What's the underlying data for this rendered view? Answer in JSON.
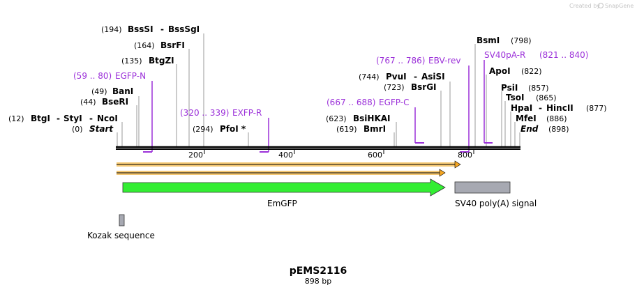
{
  "credit": {
    "text": "Created by",
    "brand": "SnapGene"
  },
  "plasmid": {
    "name": "pEMS2116",
    "length_label": "898 bp",
    "length": 898
  },
  "ticks": [
    "200",
    "400",
    "600",
    "800"
  ],
  "tick_values": [
    200,
    400,
    600,
    800
  ],
  "sites": [
    {
      "pos": "(194)",
      "name": "BssSI",
      "name2": "BssSgI",
      "bp": 194,
      "style": "bold"
    },
    {
      "pos": "(164)",
      "name": "BsrFI",
      "bp": 164,
      "style": "bold"
    },
    {
      "pos": "(135)",
      "name": "BtgZI",
      "bp": 135,
      "style": "bold"
    },
    {
      "pos": "(49)",
      "name": "BanI",
      "bp": 49,
      "style": "bold"
    },
    {
      "pos": "(44)",
      "name": "BseRI",
      "bp": 44,
      "style": "bold"
    },
    {
      "pos": "(12)",
      "name": "BtgI",
      "name2": "StyI",
      "name3": "NcoI",
      "bp": 12,
      "style": "bold"
    },
    {
      "pos": "(0)",
      "name": "Start",
      "bp": 0,
      "style": "italic"
    },
    {
      "pos": "(294)",
      "name": "PfoI *",
      "bp": 294,
      "style": "bold"
    },
    {
      "pos": "(744)",
      "name": "PvuI",
      "name2": "AsiSI",
      "bp": 744,
      "style": "bold"
    },
    {
      "pos": "(723)",
      "name": "BsrGI",
      "bp": 723,
      "style": "bold"
    },
    {
      "pos": "(623)",
      "name": "BsiHKAI",
      "bp": 623,
      "style": "bold"
    },
    {
      "pos": "(619)",
      "name": "BmrI",
      "bp": 619,
      "style": "bold"
    },
    {
      "pos": "(798)",
      "name": "BsmI",
      "bp": 798,
      "style": "bold"
    },
    {
      "pos": "(822)",
      "name": "ApoI",
      "bp": 822,
      "style": "bold"
    },
    {
      "pos": "(857)",
      "name": "PsiI",
      "bp": 857,
      "style": "bold"
    },
    {
      "pos": "(865)",
      "name": "TsoI",
      "bp": 865,
      "style": "bold"
    },
    {
      "pos": "(877)",
      "name": "HpaI",
      "name2": "HincII",
      "bp": 877,
      "style": "bold"
    },
    {
      "pos": "(886)",
      "name": "MfeI",
      "bp": 886,
      "style": "bold"
    },
    {
      "pos": "(898)",
      "name": "End",
      "bp": 898,
      "style": "italic"
    }
  ],
  "primers": [
    {
      "range": "(59 .. 80)",
      "name": "EGFP-N",
      "start": 59,
      "end": 80
    },
    {
      "range": "(320 .. 339)",
      "name": "EXFP-R",
      "start": 320,
      "end": 339
    },
    {
      "range": "(667 .. 688)",
      "name": "EGFP-C",
      "start": 667,
      "end": 688
    },
    {
      "range": "(767 .. 786)",
      "name": "EBV-rev",
      "start": 767,
      "end": 786
    },
    {
      "range": "(821 .. 840)",
      "name": "SV40pA-R",
      "start": 821,
      "end": 840
    }
  ],
  "features": [
    {
      "name": "EmGFP",
      "color": "#33ee33",
      "kind": "arrow"
    },
    {
      "name": "SV40 poly(A) signal",
      "color": "#a7a9b2",
      "kind": "box"
    },
    {
      "name": "Kozak sequence",
      "color": "#a7a9b2",
      "kind": "box"
    }
  ],
  "colors": {
    "primer": "#9b30d9",
    "orf": "#f5a623",
    "backbone": "#000000"
  }
}
